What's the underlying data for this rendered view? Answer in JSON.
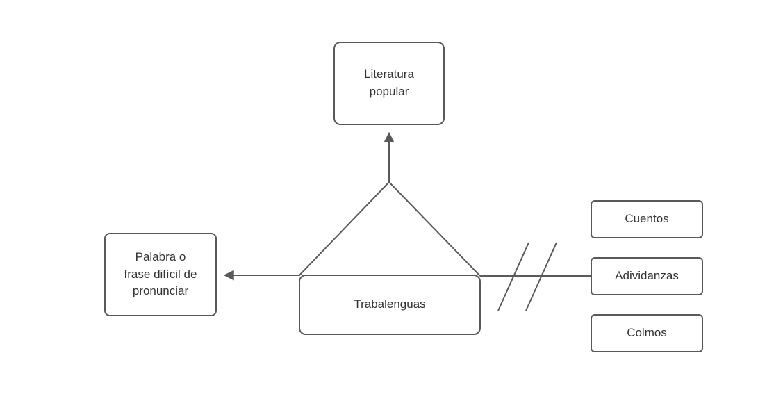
{
  "diagram": {
    "top_node": {
      "label": "Literatura popular"
    },
    "center_node": {
      "label": "Trabalenguas"
    },
    "left_node": {
      "label": "Palabra o frase difícil de pronunciar"
    },
    "right_nodes": [
      {
        "label": "Cuentos"
      },
      {
        "label": "Adividanzas"
      },
      {
        "label": "Colmos"
      }
    ],
    "colors": {
      "stroke": "#595959",
      "text": "#333333",
      "background": "#ffffff"
    }
  }
}
